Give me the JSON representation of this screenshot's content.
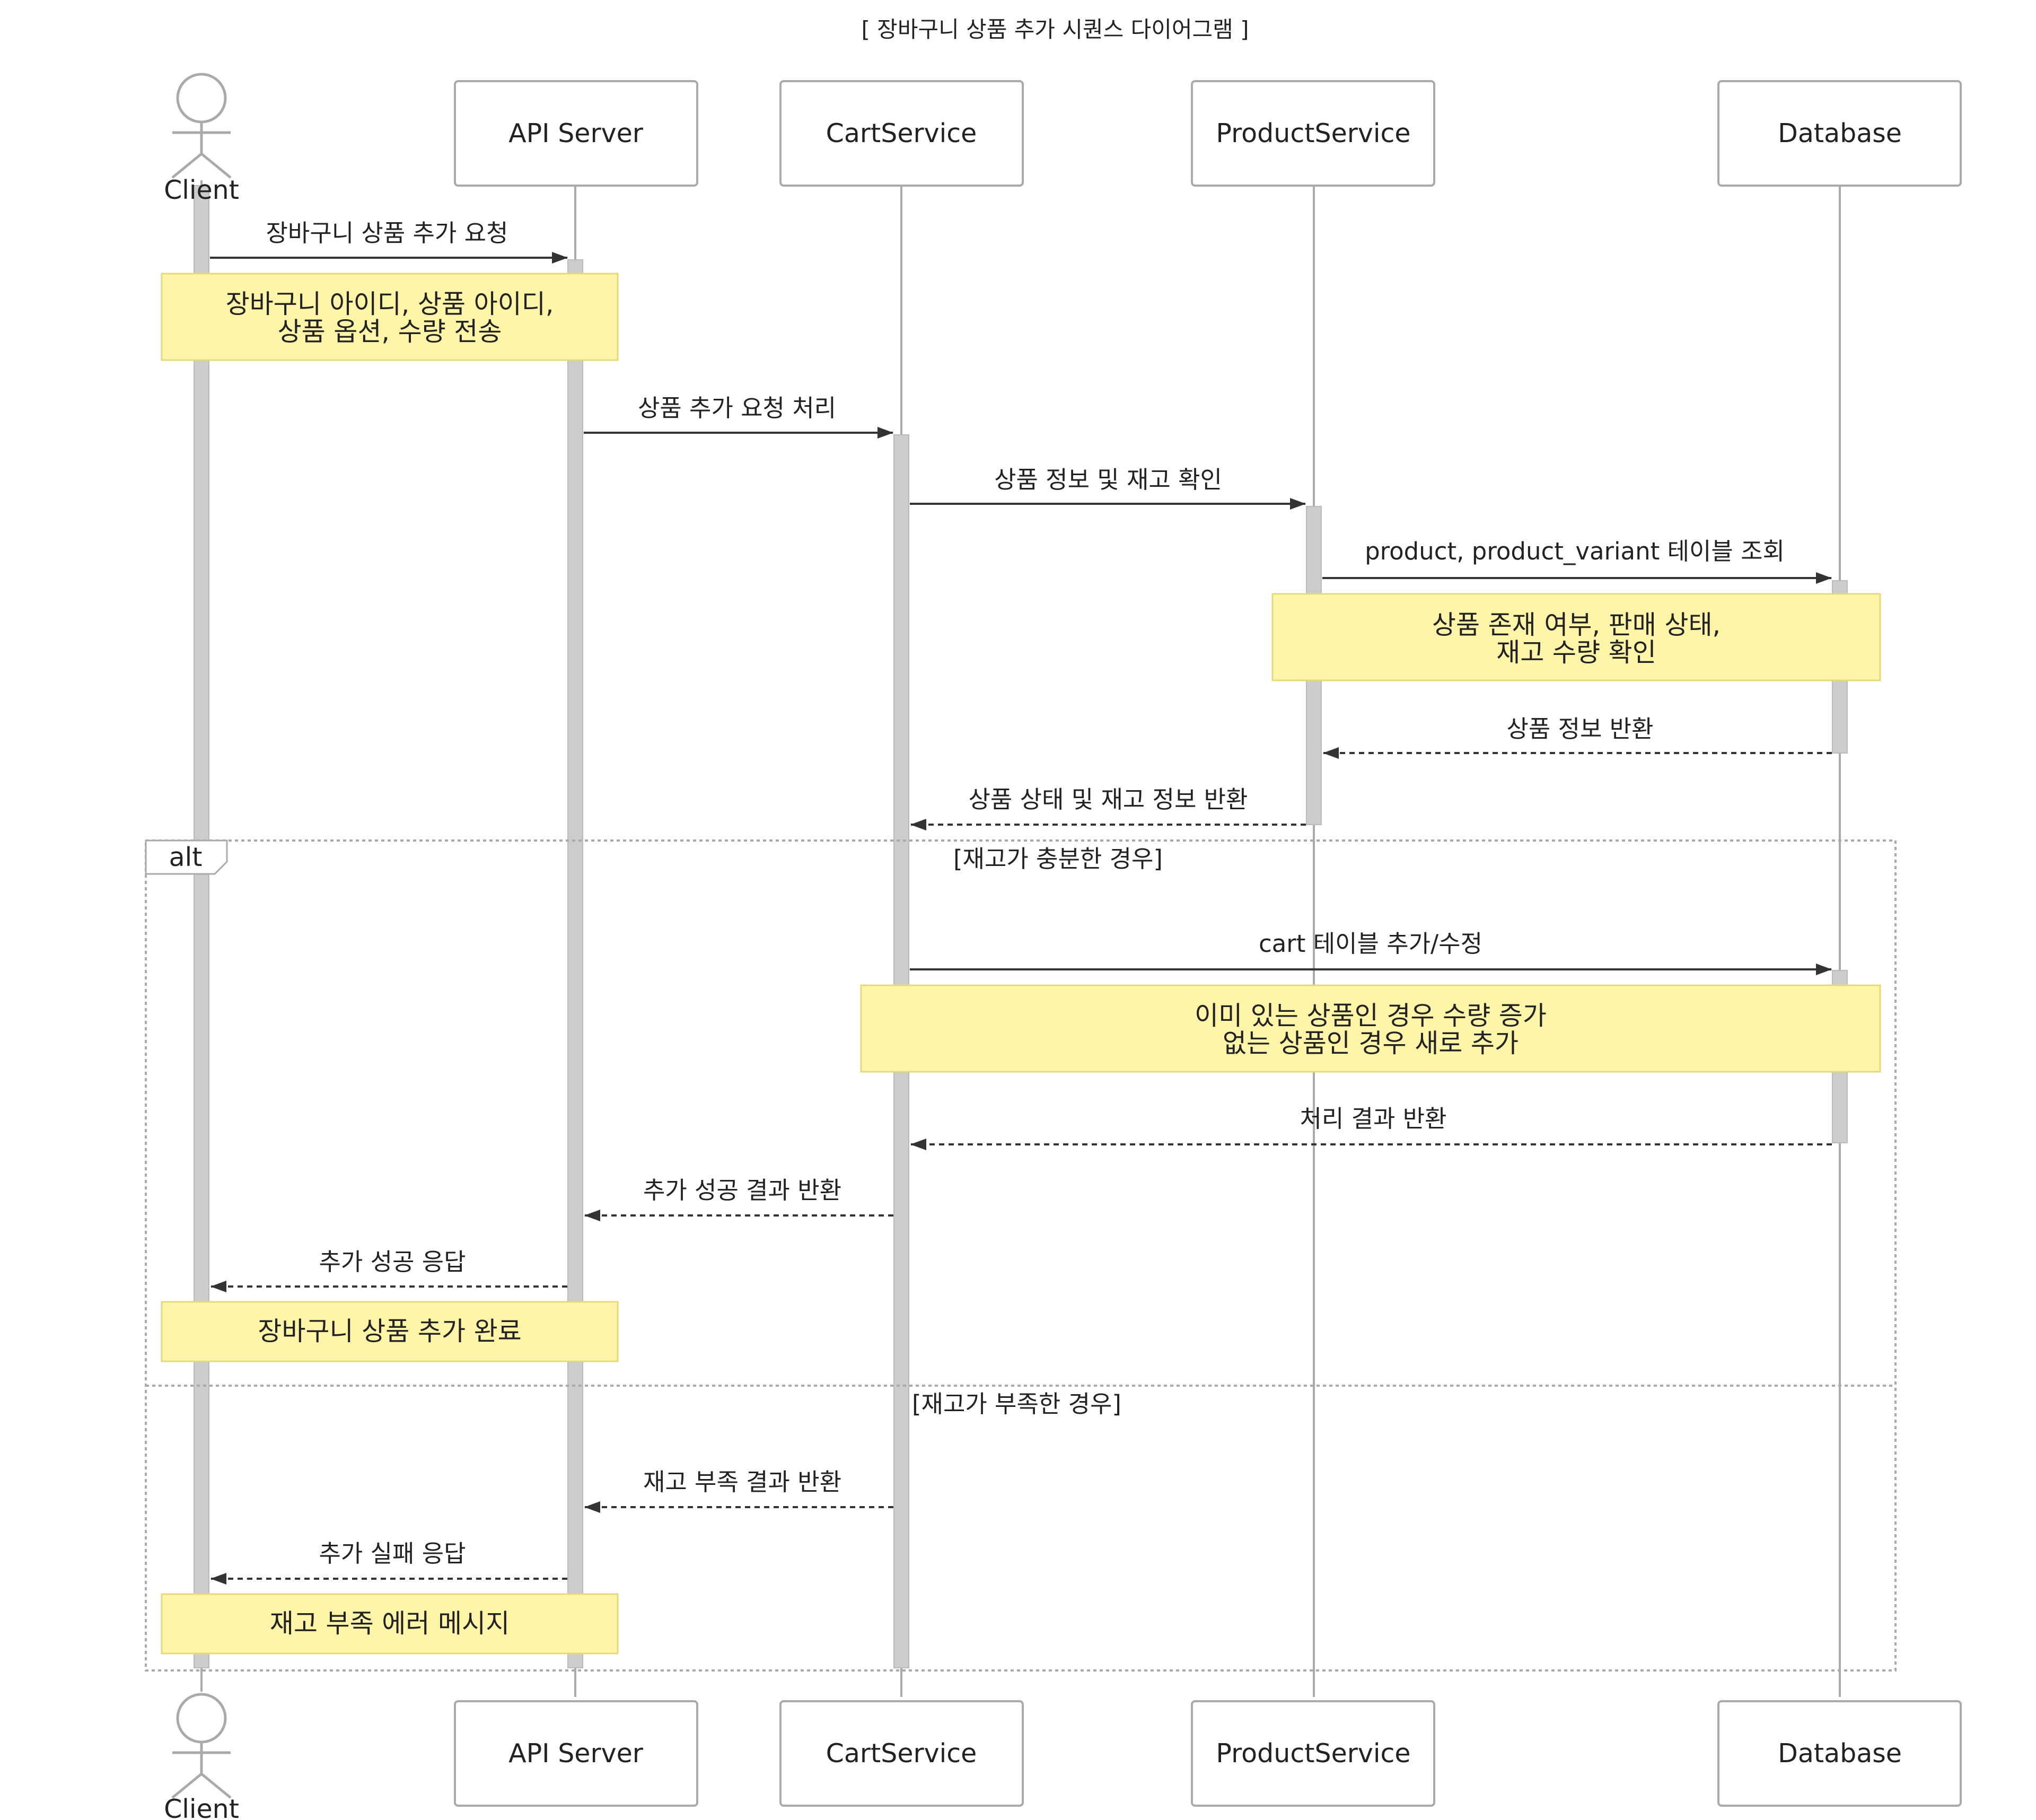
{
  "title": "[ 장바구니 상품 추가 시퀀스 다이어그램 ]",
  "participants": {
    "client": "Client",
    "api": "API Server",
    "cart": "CartService",
    "product": "ProductService",
    "db": "Database"
  },
  "messages": {
    "m1": "장바구니 상품 추가 요청",
    "m2": "상품 추가 요청 처리",
    "m3": "상품 정보 및 재고 확인",
    "m4": "product, product_variant 테이블 조회",
    "m5": "상품 정보 반환",
    "m6": "상품 상태 및 재고 정보 반환",
    "m7": "cart 테이블 추가/수정",
    "m8": "처리 결과 반환",
    "m9": "추가 성공 결과 반환",
    "m10": "추가 성공 응답",
    "m11": "재고 부족 결과 반환",
    "m12": "추가 실패 응답"
  },
  "notes": {
    "n1": {
      "line1": "장바구니 아이디, 상품 아이디,",
      "line2": "상품 옵션, 수량 전송"
    },
    "n2": {
      "line1": "상품 존재 여부, 판매 상태,",
      "line2": "재고 수량 확인"
    },
    "n3": {
      "line1": "이미 있는 상품인 경우 수량 증가",
      "line2": "없는 상품인 경우 새로 추가"
    },
    "n4": "장바구니 상품 추가 완료",
    "n5": "재고 부족 에러 메시지"
  },
  "alt": {
    "label": "alt",
    "cond1": "[재고가 충분한 경우]",
    "cond2": "[재고가 부족한 경우]"
  },
  "colors": {
    "note_fill": "#fff5a9",
    "note_stroke": "#e6d97a",
    "activation": "#cccccc",
    "lifeline": "#aaaaaa",
    "box_stroke": "#aaaaaa",
    "arrow": "#333333"
  }
}
